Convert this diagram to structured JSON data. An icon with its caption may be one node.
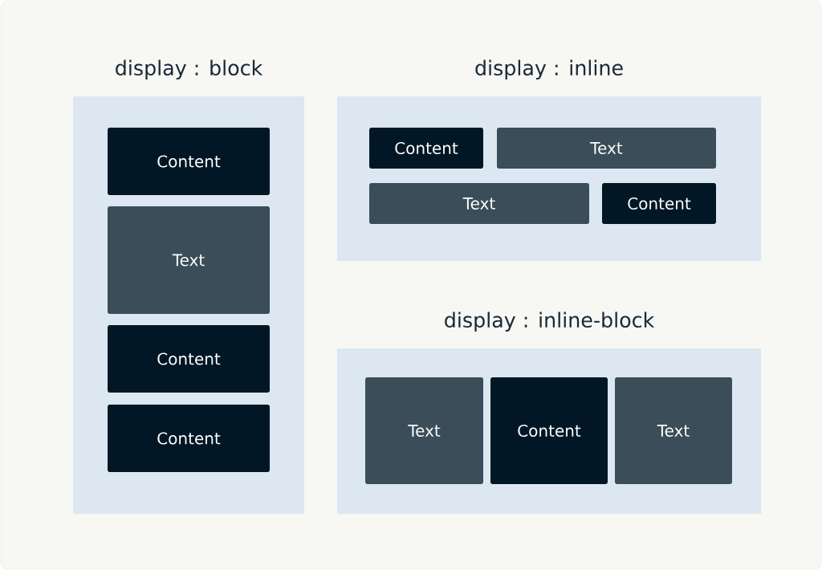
{
  "diagram": {
    "nodes": [
      {
        "text": [
          "display : block"
        ]
      },
      {
        "text": [
          "Content"
        ],
        "in": 0
      },
      {
        "text": [
          "Text"
        ],
        "in": 0
      },
      {
        "text": [
          "Content"
        ],
        "in": 0
      },
      {
        "text": [
          "Content"
        ],
        "in": 0
      },
      {
        "text": [
          "display : inline"
        ]
      },
      {
        "text": [
          "Content"
        ],
        "in": 5
      },
      {
        "text": [
          "Text"
        ],
        "in": 5
      },
      {
        "text": [
          "Text"
        ],
        "in": 5
      },
      {
        "text": [
          "Content"
        ],
        "in": 5
      },
      {
        "text": [
          "display : inline-block"
        ]
      },
      {
        "text": [
          "Text"
        ],
        "in": 10
      },
      {
        "text": [
          "Content"
        ],
        "in": 10
      },
      {
        "text": [
          "Text"
        ],
        "in": 10
      }
    ],
    "edges": []
  }
}
